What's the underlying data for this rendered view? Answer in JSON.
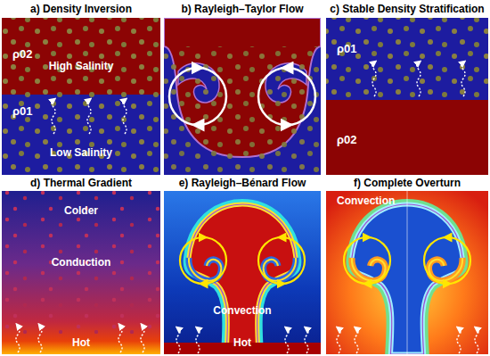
{
  "diagram": {
    "nodes": [
      {
        "text": [
          "a) Density Inversion",
          "ρ02",
          "High Salinity",
          "ρ01",
          "Low Salinity"
        ]
      },
      {
        "text": [
          "b) Rayleigh–Taylor Flow"
        ]
      },
      {
        "text": [
          "c) Stable Density Stratification",
          "ρ01",
          "ρ02"
        ]
      },
      {
        "text": [
          "d) Thermal Gradient",
          "Colder",
          "Conduction",
          "Hot"
        ]
      },
      {
        "text": [
          "e) Rayleigh–Bénard Flow",
          "Convection",
          "Hot"
        ]
      },
      {
        "text": [
          "f) Complete Overturn",
          "Convection"
        ]
      }
    ]
  }
}
